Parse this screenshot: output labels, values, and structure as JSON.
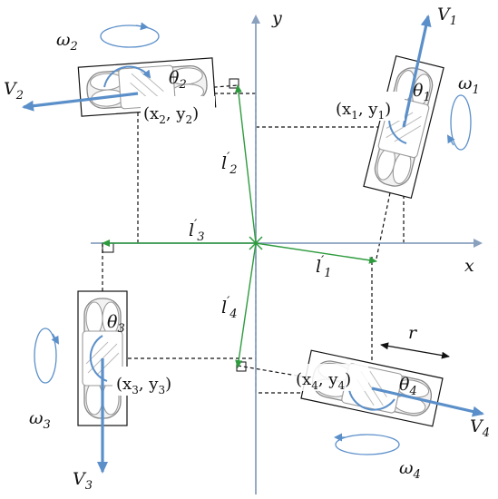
{
  "axes": {
    "x_label": "x",
    "y_label": "y"
  },
  "radius_label": "r",
  "wheels": [
    {
      "id": 1,
      "velocity": "V",
      "velocity_sub": "1",
      "omega": "ω",
      "omega_sub": "1",
      "theta": "θ",
      "theta_sub": "1",
      "coord": "(x",
      "coord_sub1": "1",
      "coord_mid": ", y",
      "coord_sub2": "1",
      "coord_end": ")",
      "arm": "l",
      "arm_prime": "′",
      "arm_sub": "1"
    },
    {
      "id": 2,
      "velocity": "V",
      "velocity_sub": "2",
      "omega": "ω",
      "omega_sub": "2",
      "theta": "θ",
      "theta_sub": "2",
      "coord": "(x",
      "coord_sub1": "2",
      "coord_mid": ", y",
      "coord_sub2": "2",
      "coord_end": ")",
      "arm": "l",
      "arm_prime": "′",
      "arm_sub": "2"
    },
    {
      "id": 3,
      "velocity": "V",
      "velocity_sub": "3",
      "omega": "ω",
      "omega_sub": "3",
      "theta": "θ",
      "theta_sub": "3",
      "coord": "(x",
      "coord_sub1": "3",
      "coord_mid": ", y",
      "coord_sub2": "3",
      "coord_end": ")",
      "arm": "l",
      "arm_prime": "′",
      "arm_sub": "3"
    },
    {
      "id": 4,
      "velocity": "V",
      "velocity_sub": "4",
      "omega": "ω",
      "omega_sub": "4",
      "theta": "θ",
      "theta_sub": "4",
      "coord": "(x",
      "coord_sub1": "4",
      "coord_mid": ", y",
      "coord_sub2": "4",
      "coord_end": ")",
      "arm": "l",
      "arm_prime": "′",
      "arm_sub": "4"
    }
  ],
  "colors": {
    "axis": "#8aa0bf",
    "velocity": "#5b8fc9",
    "arm": "#2e9b3e",
    "dashed": "#111111"
  }
}
